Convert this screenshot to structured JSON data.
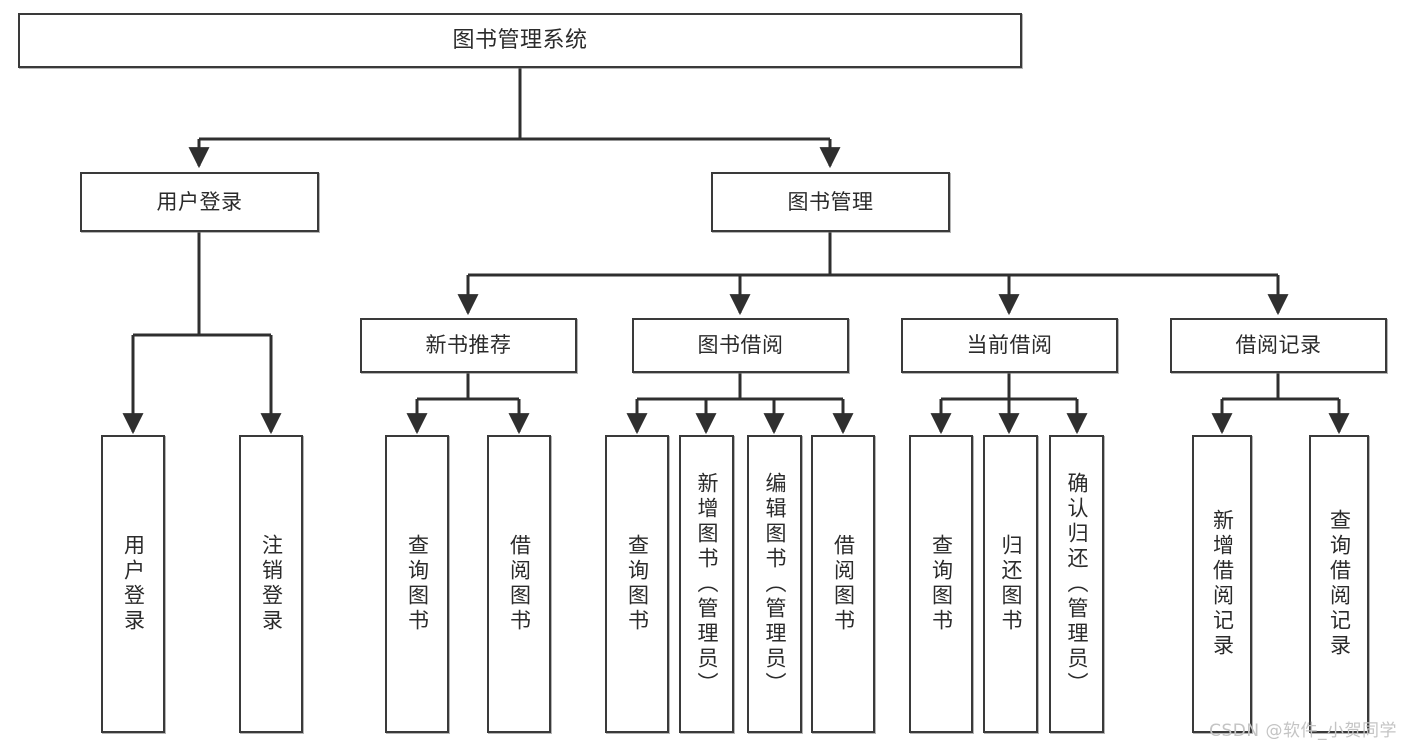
{
  "diagram": {
    "title": "图书管理系统",
    "type": "tree-hierarchy",
    "watermark": "CSDN @软件_小贺同学",
    "colors": {
      "border": "#3a3a3a",
      "background": "#ffffff",
      "text": "#2b2b2b",
      "edge": "#2f2f2f",
      "watermark": "#c4c4c4"
    }
  },
  "nodes": {
    "root": {
      "label": "图书管理系统"
    },
    "level1": [
      {
        "label": "用户登录"
      },
      {
        "label": "图书管理"
      }
    ],
    "level2": [
      {
        "label": "新书推荐"
      },
      {
        "label": "图书借阅"
      },
      {
        "label": "当前借阅"
      },
      {
        "label": "借阅记录"
      }
    ],
    "leaves": {
      "user_login": [
        {
          "label": "用户登录"
        },
        {
          "label": "注销登录"
        }
      ],
      "new_book_recommend": [
        {
          "label": "查询图书"
        },
        {
          "label": "借阅图书"
        }
      ],
      "book_borrow": [
        {
          "label": "查询图书"
        },
        {
          "label": "新增图书（管理员）"
        },
        {
          "label": "编辑图书（管理员）"
        },
        {
          "label": "借阅图书"
        }
      ],
      "current_borrow": [
        {
          "label": "查询图书"
        },
        {
          "label": "归还图书"
        },
        {
          "label": "确认归还（管理员）"
        }
      ],
      "borrow_record": [
        {
          "label": "新增借阅记录"
        },
        {
          "label": "查询借阅记录"
        }
      ]
    }
  }
}
